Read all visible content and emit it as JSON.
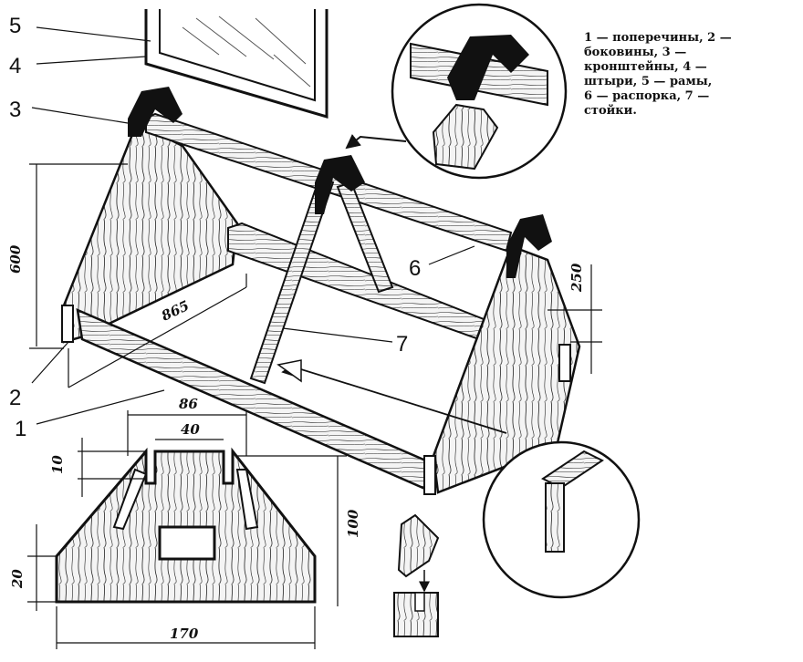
{
  "legend": {
    "lines": [
      "1 — поперечины, 2 —",
      "боковины, 3 —",
      "кронштейны, 4 —",
      "штыри, 5 — рамы,",
      "6 — распорка, 7 —",
      "стойки."
    ]
  },
  "callouts": {
    "n1": "1",
    "n2": "2",
    "n3": "3",
    "n4": "4",
    "n5": "5",
    "n6": "6",
    "n7": "7"
  },
  "dimensions": {
    "height": "600",
    "width": "865",
    "bracket_height": "250",
    "side_top_width": "86",
    "slot_gap": "40",
    "slot_depth": "10",
    "side_height": "100",
    "base_edge": "20",
    "base_width": "170"
  },
  "colors": {
    "ink": "#111111",
    "paper": "#ffffff",
    "wood_fill": "#f4f4f4"
  }
}
